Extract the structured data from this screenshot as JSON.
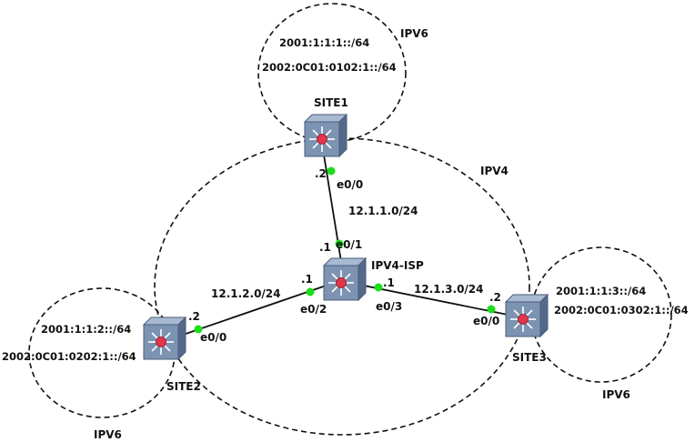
{
  "colors": {
    "port_dot": "#1adf1a",
    "switch_body": "#7c93b2",
    "switch_hub": "#e0364c"
  },
  "icons": {
    "switch": "multilayer-switch-icon"
  },
  "devices": {
    "site1": {
      "label": "SITE1"
    },
    "isp": {
      "label": "IPV4-ISP"
    },
    "site2": {
      "label": "SITE2"
    },
    "site3": {
      "label": "SITE3"
    }
  },
  "clouds": {
    "ipv4": {
      "label": "IPV4"
    },
    "site1": {
      "label": "IPV6",
      "prefixes": [
        "2001:1:1:1::/64",
        "2002:0C01:0102:1::/64"
      ]
    },
    "site2": {
      "label": "IPV6",
      "prefixes": [
        "2001:1:1:2::/64",
        "2002:0C01:0202:1::/64"
      ]
    },
    "site3": {
      "label": "IPV6",
      "prefixes": [
        "2001:1:1:3::/64",
        "2002:0C01:0302:1::/64"
      ]
    }
  },
  "links": [
    {
      "subnet": "12.1.1.0/24",
      "a_host": ".2",
      "a_port": "e0/0",
      "b_host": ".1",
      "b_port": "e0/1"
    },
    {
      "subnet": "12.1.2.0/24",
      "a_host": ".1",
      "a_port": "e0/2",
      "b_host": ".2",
      "b_port": "e0/0"
    },
    {
      "subnet": "12.1.3.0/24",
      "a_host": ".1",
      "a_port": "e0/3",
      "b_host": ".2",
      "b_port": "e0/0"
    }
  ]
}
